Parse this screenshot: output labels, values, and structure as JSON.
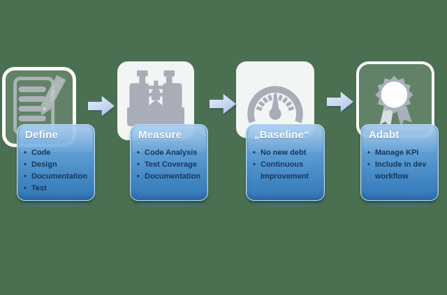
{
  "diagram": {
    "background_color": "#4a7051",
    "card_gradient_top": "#7eb4e8",
    "card_gradient_bottom": "#347abe",
    "card_border_color": "#c3dff7",
    "title_text_color": "#ffffff",
    "bullet_text_color": "#16365c",
    "icon_glyph_color": "#a8adb8",
    "arrow_color": "#c7d6f1",
    "bullet_glyph": "•"
  },
  "steps": [
    {
      "title": "Define",
      "icon": "document-edit-icon",
      "bullets": [
        "Code",
        "Design",
        "Documentation",
        "Test"
      ]
    },
    {
      "title": "Measure",
      "icon": "binoculars-icon",
      "bullets": [
        "Code Analysis",
        "Test Coverage",
        "Documentation"
      ]
    },
    {
      "title": "„Baseline“",
      "icon": "gauge-icon",
      "bullets": [
        "No new debt",
        "Continuous Improvement"
      ]
    },
    {
      "title": "Adabt",
      "icon": "award-ribbon-icon",
      "bullets": [
        "Manage KPI",
        "Include in dev workflow"
      ]
    }
  ]
}
